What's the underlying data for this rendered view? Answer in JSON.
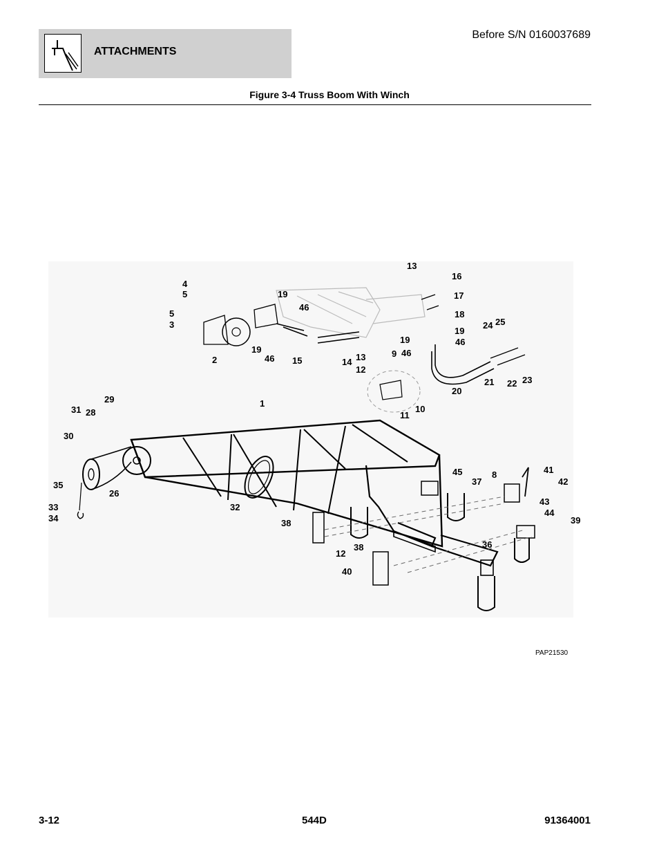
{
  "header": {
    "section_title": "ATTACHMENTS",
    "serial_note": "Before S/N 0160037689",
    "icon": "boom-attachment-icon"
  },
  "figure": {
    "title": "Figure 3-4 Truss Boom With Winch",
    "drawing_code": "PAP21530",
    "callouts": [
      "13",
      "16",
      "4",
      "5",
      "19",
      "17",
      "46",
      "5",
      "3",
      "18",
      "24",
      "25",
      "19",
      "19",
      "46",
      "2",
      "19",
      "46",
      "15",
      "14",
      "13",
      "9",
      "46",
      "12",
      "21",
      "22",
      "23",
      "20",
      "10",
      "11",
      "29",
      "31",
      "28",
      "1",
      "30",
      "45",
      "37",
      "8",
      "41",
      "42",
      "26",
      "35",
      "43",
      "32",
      "44",
      "39",
      "33",
      "34",
      "38",
      "36",
      "12",
      "38",
      "40"
    ]
  },
  "footer": {
    "page_number": "3-12",
    "model": "544D",
    "doc_number": "91364001"
  }
}
